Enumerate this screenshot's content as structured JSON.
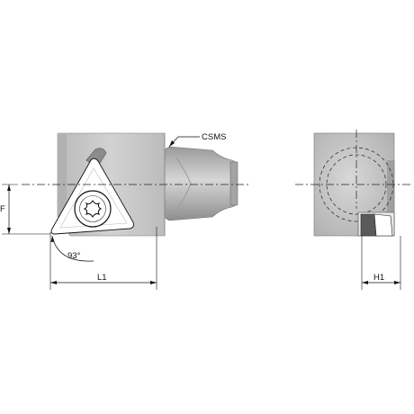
{
  "labels": {
    "csms": "CSMS",
    "angle": "93°",
    "l1": "L1",
    "f": "F",
    "h1": "H1"
  },
  "colors": {
    "body_light": "#c8c8c8",
    "body_mid": "#a9a9a9",
    "body_dark": "#8a8a8a",
    "insert": "#ffffff",
    "line": "#111111"
  },
  "icons": {
    "insert_screw": "torx-screw-icon"
  }
}
